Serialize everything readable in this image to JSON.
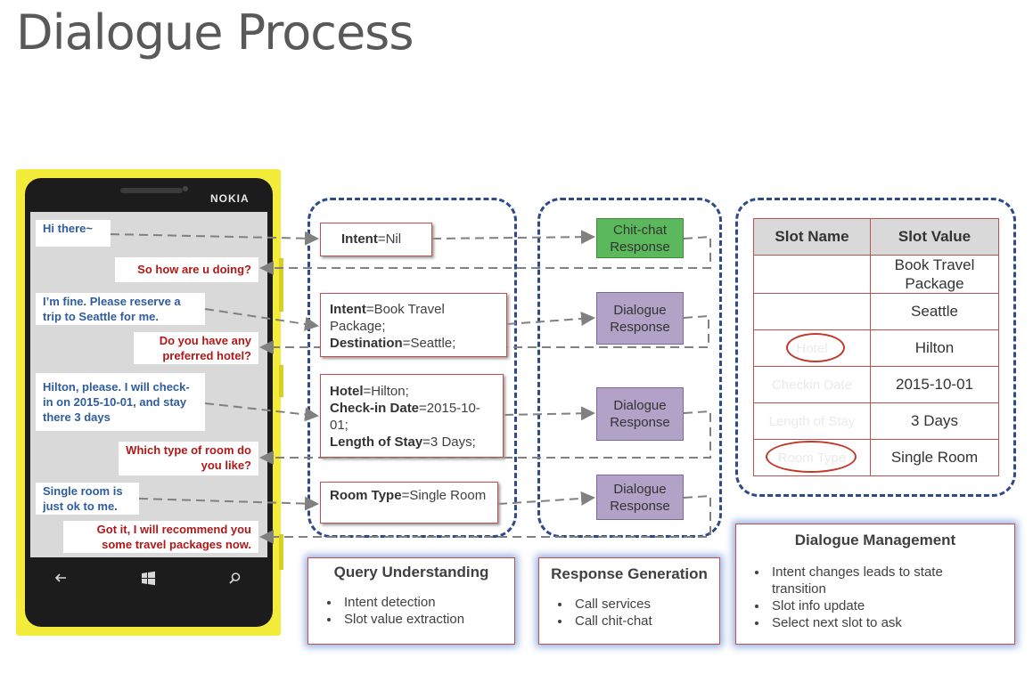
{
  "title": "Dialogue Process",
  "phone": {
    "brand": "NOKIA",
    "nav_icons": [
      "back-arrow-icon",
      "windows-logo-icon",
      "search-icon"
    ],
    "messages": [
      {
        "role": "user",
        "text": "Hi there~"
      },
      {
        "role": "bot",
        "text": "So how are u doing?"
      },
      {
        "role": "user",
        "text": "I’m fine. Please reserve a trip to Seattle for me."
      },
      {
        "role": "bot",
        "text": "Do you have any preferred hotel?"
      },
      {
        "role": "user",
        "text": "Hilton, please. I will check-in on 2015-10-01, and stay there 3 days"
      },
      {
        "role": "bot",
        "text": "Which type of room do you like?"
      },
      {
        "role": "user",
        "text": "Single room is just ok to me."
      },
      {
        "role": "bot",
        "text": "Got it, I will recommend you some travel packages now."
      }
    ]
  },
  "query": {
    "q1": {
      "k1": "Intent",
      "v1": "=Nil"
    },
    "q2": {
      "k1": "Intent",
      "v1": "=Book Travel Package;",
      "k2": "Destination",
      "v2": "=Seattle;"
    },
    "q3": {
      "k1": "Hotel",
      "v1": "=Hilton;",
      "k2": "Check-in Date",
      "v2": "=2015-10-01;",
      "k3": "Length of Stay",
      "v3": "=3 Days;"
    },
    "q4": {
      "k1": "Room Type",
      "v1": "=Single Room"
    }
  },
  "responses": {
    "r1_line1": "Chit-chat",
    "r1_line2": "Response",
    "r2_line1": "Dialogue",
    "r2_line2": "Response",
    "r3_line1": "Dialogue",
    "r3_line2": "Response",
    "r4_line1": "Dialogue",
    "r4_line2": "Response"
  },
  "slots": {
    "header_name": "Slot Name",
    "header_value": "Slot Value",
    "rows": [
      {
        "name": "",
        "value": "Book Travel Package"
      },
      {
        "name": "",
        "value": "Seattle"
      },
      {
        "name": "Hotel",
        "value": "Hilton"
      },
      {
        "name": "Checkin Date",
        "value": "2015-10-01"
      },
      {
        "name": "Length of Stay",
        "value": "3 Days"
      },
      {
        "name": "Room Type",
        "value": "Single Room"
      }
    ]
  },
  "captions": {
    "query": {
      "title": "Query Understanding",
      "items": [
        "Intent detection",
        "Slot value extraction"
      ]
    },
    "response": {
      "title": "Response Generation",
      "items": [
        "Call services",
        "Call chit-chat"
      ]
    },
    "dm": {
      "title": "Dialogue Management",
      "items": [
        "Intent changes leads to state transition",
        "Slot info update",
        "Select next slot to ask"
      ]
    }
  },
  "colors": {
    "accent_blue": "#2e4a88",
    "box_red": "#c0504d",
    "chitchat_green": "#5cb85c",
    "dialogue_purple": "#b3a2c7",
    "user_text": "#2f5c9e",
    "bot_text": "#b01818",
    "phone_yellow": "#f4ec3a"
  }
}
